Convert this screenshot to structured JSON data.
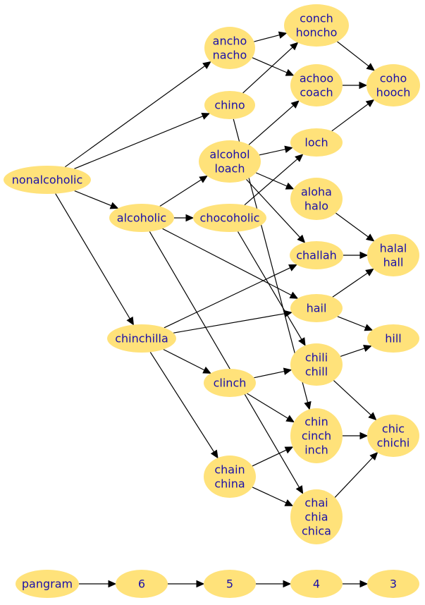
{
  "nodes": [
    {
      "id": "nonalcoholic",
      "lines": [
        "nonalcoholic"
      ]
    },
    {
      "id": "ancho_nacho",
      "lines": [
        "ancho",
        "nacho"
      ]
    },
    {
      "id": "chino",
      "lines": [
        "chino"
      ]
    },
    {
      "id": "alcohol_loach",
      "lines": [
        "alcohol",
        "loach"
      ]
    },
    {
      "id": "alcoholic",
      "lines": [
        "alcoholic"
      ]
    },
    {
      "id": "chocoholic",
      "lines": [
        "chocoholic"
      ]
    },
    {
      "id": "chinchilla",
      "lines": [
        "chinchilla"
      ]
    },
    {
      "id": "clinch",
      "lines": [
        "clinch"
      ]
    },
    {
      "id": "chain_china",
      "lines": [
        "chain",
        "china"
      ]
    },
    {
      "id": "conch_honcho",
      "lines": [
        "conch",
        "honcho"
      ]
    },
    {
      "id": "achoo_coach",
      "lines": [
        "achoo",
        "coach"
      ]
    },
    {
      "id": "loch",
      "lines": [
        "loch"
      ]
    },
    {
      "id": "aloha_halo",
      "lines": [
        "aloha",
        "halo"
      ]
    },
    {
      "id": "challah",
      "lines": [
        "challah"
      ]
    },
    {
      "id": "hail",
      "lines": [
        "hail"
      ]
    },
    {
      "id": "chili_chill",
      "lines": [
        "chili",
        "chill"
      ]
    },
    {
      "id": "chin_cinch_inch",
      "lines": [
        "chin",
        "cinch",
        "inch"
      ]
    },
    {
      "id": "chai_chia_chica",
      "lines": [
        "chai",
        "chia",
        "chica"
      ]
    },
    {
      "id": "coho_hooch",
      "lines": [
        "coho",
        "hooch"
      ]
    },
    {
      "id": "halal_hall",
      "lines": [
        "halal",
        "hall"
      ]
    },
    {
      "id": "hill",
      "lines": [
        "hill"
      ]
    },
    {
      "id": "chic_chichi",
      "lines": [
        "chic",
        "chichi"
      ]
    },
    {
      "id": "pangram",
      "lines": [
        "pangram"
      ]
    },
    {
      "id": "n6",
      "lines": [
        "6"
      ]
    },
    {
      "id": "n5",
      "lines": [
        "5"
      ]
    },
    {
      "id": "n4",
      "lines": [
        "4"
      ]
    },
    {
      "id": "n3",
      "lines": [
        "3"
      ]
    }
  ],
  "edges": [
    [
      "nonalcoholic",
      "ancho_nacho"
    ],
    [
      "nonalcoholic",
      "chino"
    ],
    [
      "nonalcoholic",
      "alcoholic"
    ],
    [
      "nonalcoholic",
      "chinchilla"
    ],
    [
      "ancho_nacho",
      "conch_honcho"
    ],
    [
      "ancho_nacho",
      "achoo_coach"
    ],
    [
      "chino",
      "conch_honcho"
    ],
    [
      "chino",
      "chin_cinch_inch"
    ],
    [
      "alcohol_loach",
      "achoo_coach"
    ],
    [
      "alcohol_loach",
      "loch"
    ],
    [
      "alcohol_loach",
      "aloha_halo"
    ],
    [
      "alcohol_loach",
      "challah"
    ],
    [
      "alcoholic",
      "alcohol_loach"
    ],
    [
      "alcoholic",
      "chocoholic"
    ],
    [
      "alcoholic",
      "hail"
    ],
    [
      "alcoholic",
      "chai_chia_chica"
    ],
    [
      "chocoholic",
      "loch"
    ],
    [
      "chocoholic",
      "chili_chill"
    ],
    [
      "chinchilla",
      "challah"
    ],
    [
      "chinchilla",
      "hail"
    ],
    [
      "chinchilla",
      "clinch"
    ],
    [
      "chinchilla",
      "chain_china"
    ],
    [
      "clinch",
      "chili_chill"
    ],
    [
      "clinch",
      "chin_cinch_inch"
    ],
    [
      "chain_china",
      "chin_cinch_inch"
    ],
    [
      "chain_china",
      "chai_chia_chica"
    ],
    [
      "conch_honcho",
      "coho_hooch"
    ],
    [
      "achoo_coach",
      "coho_hooch"
    ],
    [
      "loch",
      "coho_hooch"
    ],
    [
      "aloha_halo",
      "halal_hall"
    ],
    [
      "challah",
      "halal_hall"
    ],
    [
      "hail",
      "halal_hall"
    ],
    [
      "hail",
      "hill"
    ],
    [
      "chili_chill",
      "hill"
    ],
    [
      "chili_chill",
      "chic_chichi"
    ],
    [
      "chin_cinch_inch",
      "chic_chichi"
    ],
    [
      "chai_chia_chica",
      "chic_chichi"
    ],
    [
      "pangram",
      "n6"
    ],
    [
      "n6",
      "n5"
    ],
    [
      "n5",
      "n4"
    ],
    [
      "n4",
      "n3"
    ]
  ],
  "colors": {
    "node_fill": "#ffe27a",
    "node_text": "#1a0fa8",
    "edge": "#000000"
  }
}
